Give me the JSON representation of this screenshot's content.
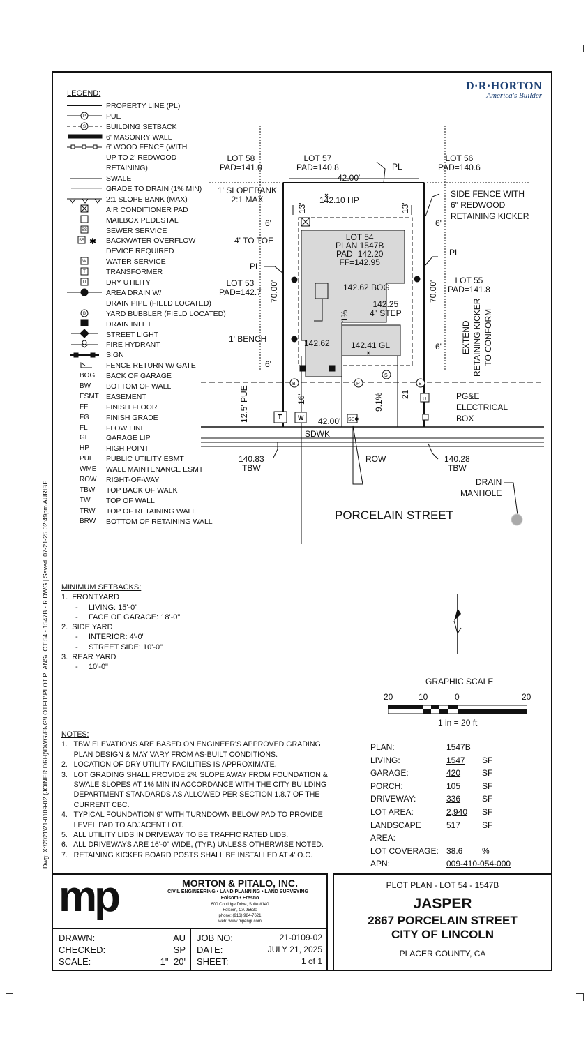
{
  "brand": {
    "name": "D·R·HORTON",
    "tagline": "America's Builder"
  },
  "legend": {
    "title": "LEGEND:",
    "items": [
      {
        "sym": "",
        "desc": "PROPERTY LINE (PL)"
      },
      {
        "sym": "",
        "desc": "PUE"
      },
      {
        "sym": "",
        "desc": "BUILDING SETBACK"
      },
      {
        "sym": "",
        "desc": "6' MASONRY WALL"
      },
      {
        "sym": "",
        "desc": "6' WOOD FENCE (WITH"
      },
      {
        "sym": "",
        "desc": "UP TO 2' REDWOOD"
      },
      {
        "sym": "",
        "desc": "RETAINING)"
      },
      {
        "sym": "",
        "desc": "SWALE"
      },
      {
        "sym": "",
        "desc": "GRADE TO DRAIN (1% MIN)"
      },
      {
        "sym": "",
        "desc": "2:1 SLOPE BANK (MAX)"
      },
      {
        "sym": "",
        "desc": "AIR CONDITIONER PAD"
      },
      {
        "sym": "",
        "desc": "MAILBOX PEDESTAL"
      },
      {
        "sym": "",
        "desc": "SEWER SERVICE"
      },
      {
        "sym": "",
        "desc": "BACKWATER OVERFLOW"
      },
      {
        "sym": "",
        "desc": "DEVICE REQUIRED"
      },
      {
        "sym": "",
        "desc": "WATER SERVICE"
      },
      {
        "sym": "",
        "desc": "TRANSFORMER"
      },
      {
        "sym": "",
        "desc": "DRY UTILITY"
      },
      {
        "sym": "",
        "desc": "AREA DRAIN W/"
      },
      {
        "sym": "",
        "desc": "DRAIN PIPE (FIELD LOCATED)"
      },
      {
        "sym": "",
        "desc": "YARD BUBBLER (FIELD LOCATED)"
      },
      {
        "sym": "",
        "desc": "DRAIN INLET"
      },
      {
        "sym": "",
        "desc": "STREET LIGHT"
      },
      {
        "sym": "",
        "desc": "FIRE HYDRANT"
      },
      {
        "sym": "",
        "desc": "SIGN"
      },
      {
        "sym": "",
        "desc": "FENCE RETURN W/ GATE"
      },
      {
        "sym": "BOG",
        "desc": "BACK OF GARAGE"
      },
      {
        "sym": "BW",
        "desc": "BOTTOM OF WALL"
      },
      {
        "sym": "ESMT",
        "desc": "EASEMENT"
      },
      {
        "sym": "FF",
        "desc": "FINISH FLOOR"
      },
      {
        "sym": "FG",
        "desc": "FINISH GRADE"
      },
      {
        "sym": "FL",
        "desc": "FLOW LINE"
      },
      {
        "sym": "GL",
        "desc": "GARAGE LIP"
      },
      {
        "sym": "HP",
        "desc": "HIGH POINT"
      },
      {
        "sym": "PUE",
        "desc": "PUBLIC UTILITY ESMT"
      },
      {
        "sym": "WME",
        "desc": "WALL MAINTENANCE ESMT"
      },
      {
        "sym": "ROW",
        "desc": "RIGHT-OF-WAY"
      },
      {
        "sym": "TBW",
        "desc": "TOP BACK OF WALK"
      },
      {
        "sym": "TW",
        "desc": "TOP OF WALL"
      },
      {
        "sym": "TRW",
        "desc": "TOP OF RETAINING WALL"
      },
      {
        "sym": "BRW",
        "desc": "BOTTOM OF RETAINING WALL"
      }
    ]
  },
  "plan": {
    "lot58": "LOT 58",
    "lot58_pad": "PAD=141.0",
    "lot57": "LOT 57",
    "lot57_pad": "PAD=140.8",
    "lot56": "LOT 56",
    "lot56_pad": "PAD=140.6",
    "lot53": "LOT 53",
    "lot53_pad": "PAD=142.7",
    "lot55": "LOT 55",
    "lot55_pad": "PAD=141.8",
    "lot54": "LOT 54",
    "lot54_plan": "PLAN 1547B",
    "lot54_pad": "PAD=142.20",
    "lot54_ff": "FF=142.95",
    "top_width": "42.00'",
    "bottom_width": "42.00'",
    "pl": "PL",
    "pl_right": "PL",
    "pl_left": "PL",
    "slopebank": "1' SLOPEBANK",
    "slope_ratio": "2:1 MAX",
    "hp": "142.10 HP",
    "side_fence_1": "SIDE FENCE WITH",
    "side_fence_2": "6\" REDWOOD",
    "side_fence_3": "RETAINING KICKER",
    "six_left_top": "6'",
    "six_right_top": "6'",
    "four_toe": "4' TO TOE",
    "thirteen_left": "13'",
    "thirteen_right": "13'",
    "depth_left": "70.00'",
    "depth_right": "70.00'",
    "bog": "142.62 BOG",
    "step_elev": "142.25",
    "step": "4\" STEP",
    "one_pct": "1%",
    "bench": "1' BENCH",
    "bench_elev": "142.62",
    "gl": "142.41 GL",
    "six_right_bottom": "6'",
    "six_left_bottom": "6'",
    "extend_1": "EXTEND",
    "extend_2": "RETAINING KICKER",
    "extend_3": "TO CONFORM",
    "pue": "12.5' PUE",
    "sixteen": "16'",
    "nine_pct": "9.1%",
    "twenty_one": "21'",
    "pge_1": "PG&E",
    "pge_2": "ELECTRICAL",
    "pge_3": "BOX",
    "sdwk": "SDWK",
    "row": "ROW",
    "tbw_left_elev": "140.83",
    "tbw_left": "TBW",
    "tbw_right_elev": "140.28",
    "tbw_right": "TBW",
    "drain_1": "DRAIN",
    "drain_2": "MANHOLE",
    "street": "PORCELAIN STREET",
    "sym_b": "B",
    "sym_p": "P",
    "sym_s": "S",
    "sym_t": "T",
    "sym_w": "W",
    "sym_u": "U",
    "sym_ss": "SS"
  },
  "side_text": "Dwg: X:\\2021\\21-0109-02 (JOINER DRH)\\DWG\\ENG\\LOTFIT\\PLOT PLANS\\LOT 54 - 1547B - R.DWG  |  Saved: 07-21-25 02:49pm AURIBE",
  "setbacks": {
    "title": "MINIMUM SETBACKS:",
    "lines": [
      "1.  FRONTYARD",
      "-     LIVING: 15'-0\"",
      "-     FACE OF GARAGE: 18'-0\"",
      "2.  SIDE YARD",
      "-     INTERIOR: 4'-0\"",
      "-     STREET SIDE: 10'-0\"",
      "3.  REAR YARD",
      "-     10'-0\""
    ]
  },
  "scale": {
    "title": "GRAPHIC SCALE",
    "t0": "20",
    "t1": "10",
    "t2": "0",
    "t3": "20",
    "note": "1 in =  20 ft"
  },
  "notes": {
    "title": "NOTES:",
    "lines": [
      "1.   TBW ELEVATIONS ARE BASED ON ENGINEER'S APPROVED GRADING",
      "      PLAN DESIGN & MAY VARY FROM AS-BUILT CONDITIONS.",
      "2.   LOCATION OF DRY UTILITY FACILITIES IS APPROXIMATE.",
      "3.   LOT GRADING SHALL PROVIDE 2% SLOPE AWAY FROM FOUNDATION &",
      "      SWALE SLOPES AT 1% MIN IN ACCORDANCE WITH THE CITY BUILDING",
      "      DEPARTMENT STANDARDS AS ALLOWED PER SECTION 1.8.7 OF THE",
      "      CURRENT CBC.",
      "4.   TYPICAL FOUNDATION 9\" WITH TURNDOWN BELOW PAD TO PROVIDE",
      "      LEVEL PAD TO ADJACENT LOT.",
      "5.   ALL UTILITY LIDS IN DRIVEWAY TO BE TRAFFIC RATED LIDS.",
      "6.   ALL DRIVEWAYS ARE 16'-0\" WIDE, (TYP.) UNLESS OTHERWISE NOTED.",
      "7.   RETAINING KICKER BOARD POSTS SHALL BE INSTALLED AT 4' O.C."
    ]
  },
  "stats": [
    {
      "k": "PLAN:",
      "v": "1547B",
      "u": ""
    },
    {
      "k": "LIVING:",
      "v": "1547",
      "u": "SF"
    },
    {
      "k": "GARAGE:",
      "v": "420",
      "u": "SF"
    },
    {
      "k": "PORCH:",
      "v": "105",
      "u": "SF"
    },
    {
      "k": "DRIVEWAY:",
      "v": "336",
      "u": "SF"
    },
    {
      "k": "LOT AREA:",
      "v": "2,940",
      "u": "SF"
    },
    {
      "k": "LANDSCAPE AREA:",
      "v": "517",
      "u": "SF"
    },
    {
      "k": "LOT COVERAGE:",
      "v": "38.6",
      "u": "%"
    },
    {
      "k": "APN:",
      "v": "009-410-054-000",
      "u": ""
    }
  ],
  "firm": {
    "logo": "mp",
    "name": "MORTON & PITALO, INC.",
    "services": "CIVIL ENGINEERING • LAND PLANNING • LAND SURVEYING",
    "offices": "Folsom  •  Fresno",
    "addr1": "600 Coolidge Drive, Suite #140",
    "addr2": "Folsom, CA 95630",
    "phone": "phone: (916) 984-7621",
    "web": "web: www.mpengr.com"
  },
  "titleblock": {
    "drawn_k": "DRAWN:",
    "drawn_v": "AU",
    "checked_k": "CHECKED:",
    "checked_v": "SP",
    "scale_k": "SCALE:",
    "scale_v": "1\"=20'",
    "job_k": "JOB NO:",
    "job_v": "21-0109-02",
    "date_k": "DATE:",
    "date_v": "JULY 21, 2025",
    "sheet_k": "SHEET:",
    "sheet_v": "1 of 1"
  },
  "project": {
    "plot": "PLOT  PLAN - LOT 54 - 1547B",
    "name": "JASPER",
    "address": "2867 PORCELAIN STREET",
    "city": "CITY OF LINCOLN",
    "county": "PLACER COUNTY, CA"
  }
}
